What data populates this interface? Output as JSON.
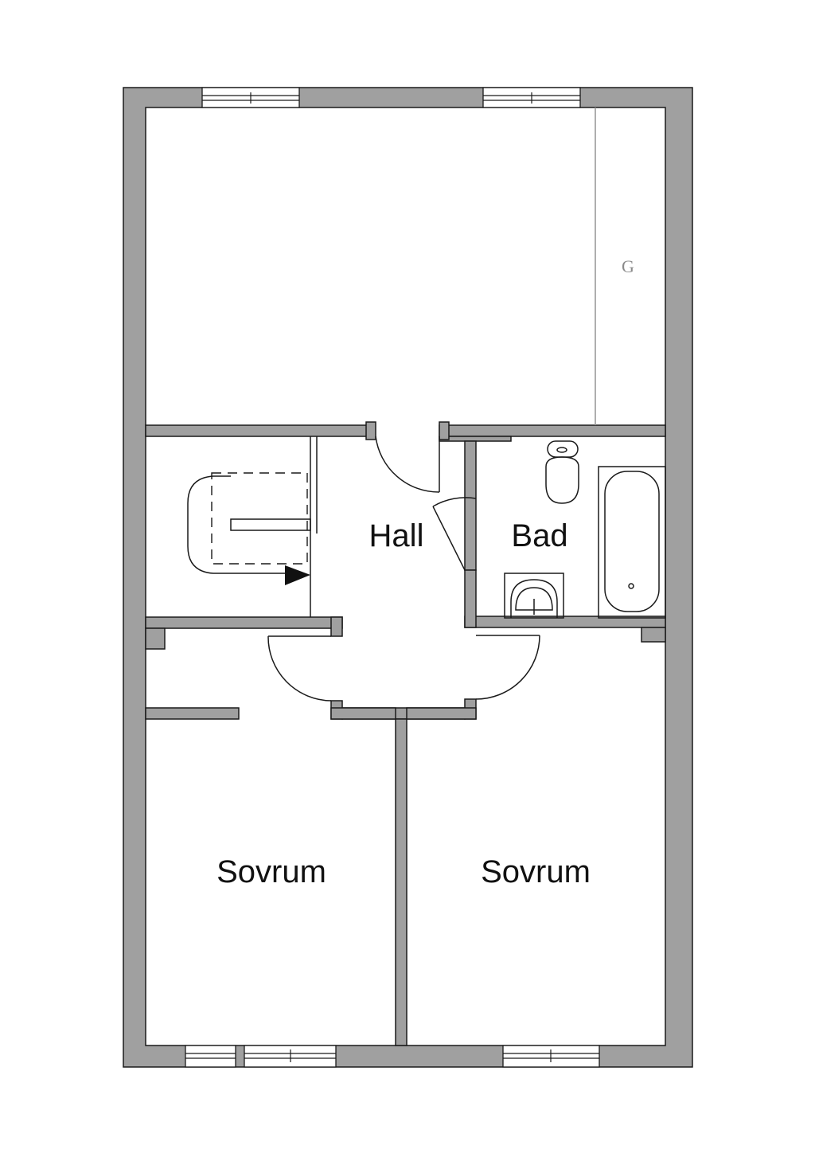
{
  "rooms": {
    "hall": "Hall",
    "bad": "Bad",
    "sovrum_left": "Sovrum",
    "sovrum_right": "Sovrum",
    "garderob_marker": "G"
  },
  "colors": {
    "wall": "#a0a0a0",
    "outline": "#1a1a1a",
    "background": "#ffffff"
  }
}
